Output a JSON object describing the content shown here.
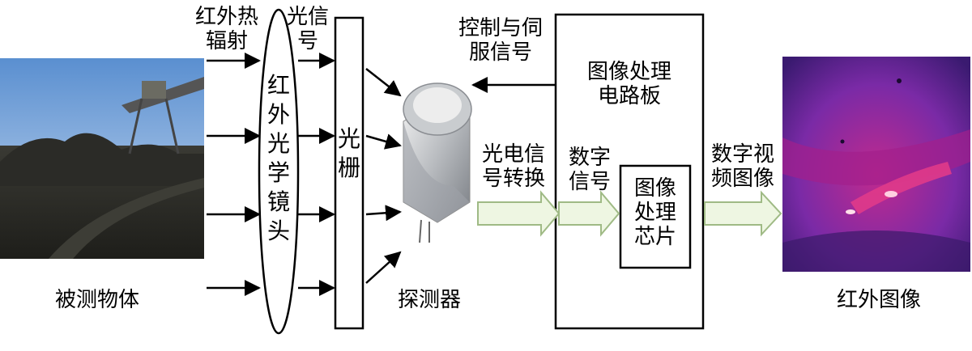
{
  "object": {
    "label": "被测物体"
  },
  "radiation": {
    "label": "红外热\n辐射"
  },
  "lens": {
    "label": "红\n外\n光\n学\n镜\n头"
  },
  "light_signal": {
    "label": "光信\n号"
  },
  "grating": {
    "label": "光\n栅"
  },
  "detector": {
    "label": "探测器"
  },
  "control": {
    "label": "控制与伺\n服信号"
  },
  "board": {
    "label": "图像处理\n电路板"
  },
  "photoelectric": {
    "label": "光电信\n号转换"
  },
  "digital_signal": {
    "label": "数字\n信号"
  },
  "chip": {
    "label": "图像\n处理\n芯片"
  },
  "digital_video": {
    "label": "数字视\n频图像"
  },
  "ir_image": {
    "label": "红外图像"
  },
  "colors": {
    "ir_purple": "#6a1fa0",
    "ir_magenta": "#d42a8a",
    "arrow_fill": "#eef6e2",
    "arrow_stroke": "#9fba85"
  }
}
